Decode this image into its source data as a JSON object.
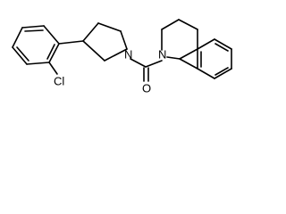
{
  "molecule": {
    "atoms": {
      "chlorine": "Cl",
      "n_pyrrolidine": "N",
      "n_quinoline": "N",
      "oxygen": "O"
    }
  }
}
